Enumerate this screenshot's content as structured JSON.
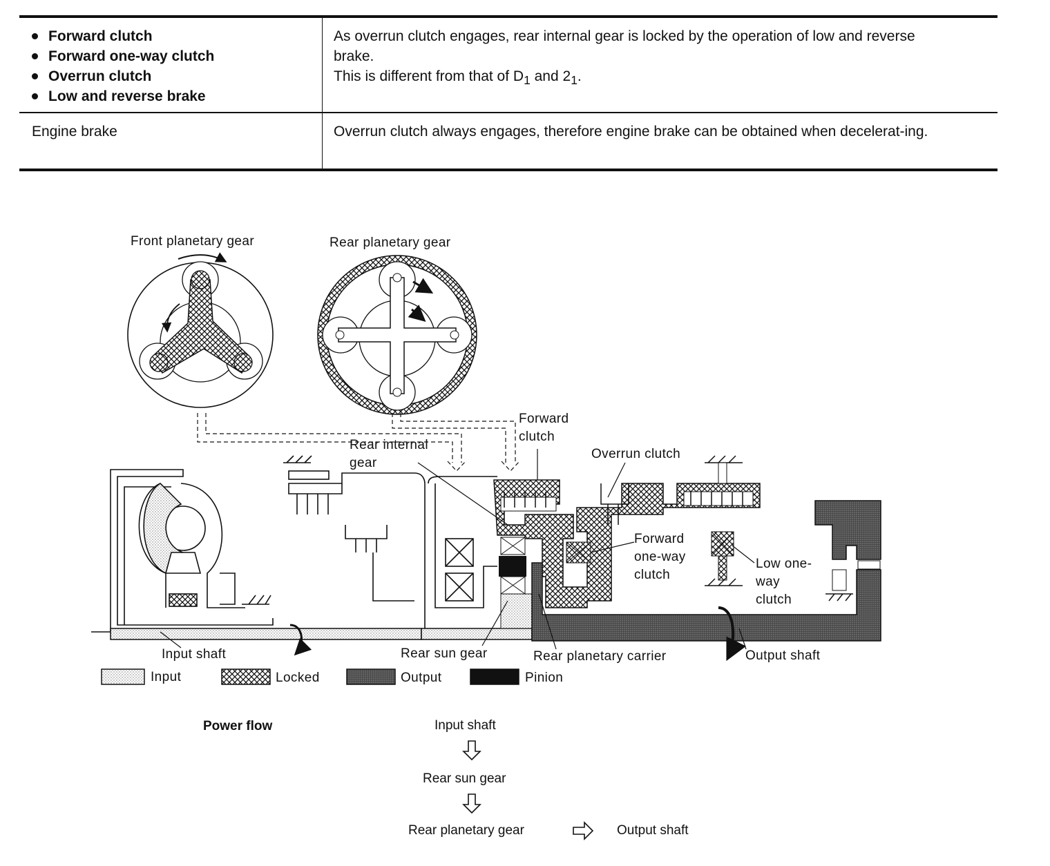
{
  "table": {
    "row1": {
      "bullets": [
        "Forward clutch",
        "Forward one-way clutch",
        "Overrun clutch",
        "Low and reverse brake"
      ],
      "desc_line1": "As overrun clutch engages, rear internal gear is locked by the operation of low and reverse brake.",
      "desc_line2_prefix": "This is different from that of D",
      "desc_line2_sub1": "1",
      "desc_line2_mid": " and 2",
      "desc_line2_sub2": "1",
      "desc_line2_suffix": "."
    },
    "row2": {
      "label": "Engine brake",
      "desc": "Overrun clutch always engages, therefore engine brake can be obtained when decelerat-ing."
    }
  },
  "diagram": {
    "front_planetary_label": "Front planetary gear",
    "rear_planetary_label": "Rear planetary gear",
    "forward_clutch_label": "Forward clutch",
    "rear_internal_gear_label": "Rear internal gear",
    "overrun_clutch_label": "Overrun clutch",
    "forward_one_way_clutch_label": "Forward one-way clutch",
    "low_one_way_clutch_label": "Low one-way clutch",
    "input_shaft_label": "Input shaft",
    "rear_sun_gear_label": "Rear sun gear",
    "rear_planetary_carrier_label": "Rear planetary carrier",
    "output_shaft_label": "Output shaft"
  },
  "legend": [
    {
      "label": "Input",
      "pattern": "dots"
    },
    {
      "label": "Locked",
      "pattern": "crosshatch"
    },
    {
      "label": "Output",
      "pattern": "dark-dots"
    },
    {
      "label": "Pinion",
      "pattern": "solid-black"
    }
  ],
  "power_flow": {
    "title": "Power flow",
    "steps": [
      "Input shaft",
      "Rear sun gear",
      "Rear planetary gear"
    ],
    "final": "Output shaft"
  }
}
